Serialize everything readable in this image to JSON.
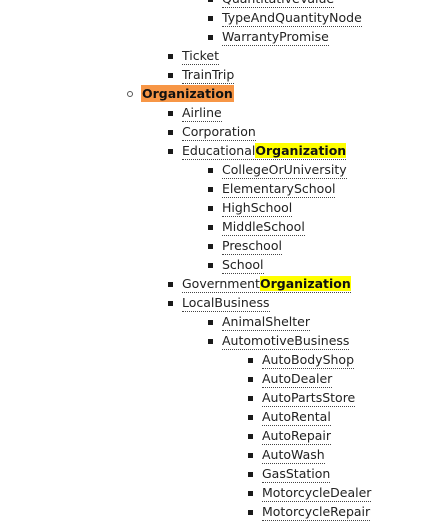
{
  "tree": {
    "level2": [
      {
        "id": "quantitativevalue",
        "label": "QuantitativeValue"
      },
      {
        "id": "typeandquantitynode",
        "label": "TypeAndQuantityNode"
      },
      {
        "id": "warrantypromise",
        "label": "WarrantyPromise"
      }
    ],
    "level1_before": [
      {
        "id": "ticket",
        "label": "Ticket"
      },
      {
        "id": "traintrip",
        "label": "TrainTrip"
      }
    ],
    "organization": {
      "label": "Organization"
    },
    "org_children_a": [
      {
        "id": "airline",
        "label": "Airline"
      },
      {
        "id": "corporation",
        "label": "Corporation"
      }
    ],
    "educational": {
      "prefix": "Educational",
      "highlight": "Organization"
    },
    "educational_children": [
      {
        "id": "collegeoruniversity",
        "label": "CollegeOrUniversity"
      },
      {
        "id": "elementaryschool",
        "label": "ElementarySchool"
      },
      {
        "id": "highschool",
        "label": "HighSchool"
      },
      {
        "id": "middleschool",
        "label": "MiddleSchool"
      },
      {
        "id": "preschool",
        "label": "Preschool"
      },
      {
        "id": "school",
        "label": "School"
      }
    ],
    "government": {
      "prefix": "Government",
      "highlight": "Organization"
    },
    "localbusiness": {
      "label": "LocalBusiness"
    },
    "localbusiness_children": [
      {
        "id": "animalshelter",
        "label": "AnimalShelter"
      },
      {
        "id": "automotivebusiness",
        "label": "AutomotiveBusiness"
      }
    ],
    "automotive_children": [
      {
        "id": "autobodyshop",
        "label": "AutoBodyShop"
      },
      {
        "id": "autodealer",
        "label": "AutoDealer"
      },
      {
        "id": "autopartsstore",
        "label": "AutoPartsStore"
      },
      {
        "id": "autorental",
        "label": "AutoRental"
      },
      {
        "id": "autorepair",
        "label": "AutoRepair"
      },
      {
        "id": "autowash",
        "label": "AutoWash"
      },
      {
        "id": "gasstation",
        "label": "GasStation"
      },
      {
        "id": "motorcycledealer",
        "label": "MotorcycleDealer"
      },
      {
        "id": "motorcyclerepair",
        "label": "MotorcycleRepair"
      }
    ]
  },
  "colors": {
    "organization_highlight": "#f79646",
    "search_highlight": "#ffff00"
  }
}
